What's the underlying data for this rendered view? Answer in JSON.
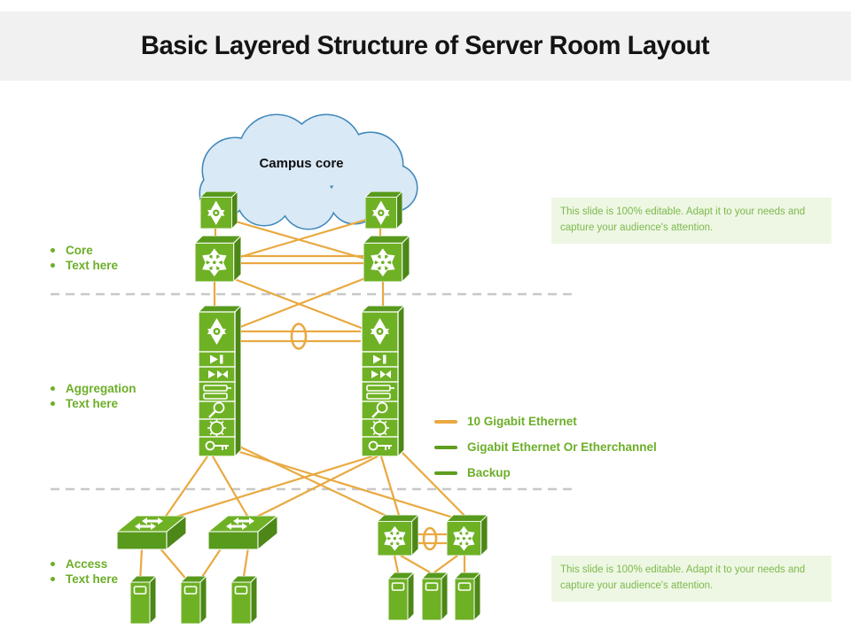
{
  "title": "Basic Layered Structure of Server Room Layout",
  "cloud": {
    "label": "Campus core"
  },
  "layers": {
    "core": {
      "name": "Core",
      "sub": "Text here"
    },
    "aggregation": {
      "name": "Aggregation",
      "sub": "Text here"
    },
    "access": {
      "name": "Access",
      "sub": "Text here"
    }
  },
  "legend": {
    "items": [
      {
        "label": "10 Gigabit Ethernet",
        "color": "#E9A940"
      },
      {
        "label": "Gigabit Ethernet Or Etherchannel",
        "color": "#5F9E1F"
      },
      {
        "label": "Backup",
        "color": "#5F9E1F"
      }
    ]
  },
  "notes": {
    "top": "This slide is 100% editable. Adapt it to your needs and capture your audience's attention.",
    "bottom": "This slide is 100% editable. Adapt it to your needs and capture your audience's attention."
  },
  "colors": {
    "device_green": "#6FB125",
    "device_top": "#579A1C",
    "device_side": "#4C8717",
    "line_orange": "#E9A940",
    "label_green": "#6CAE28",
    "cloud_fill": "#D9E9F5",
    "cloud_stroke": "#3F87BC",
    "separator_gray": "#C8C8C8"
  }
}
